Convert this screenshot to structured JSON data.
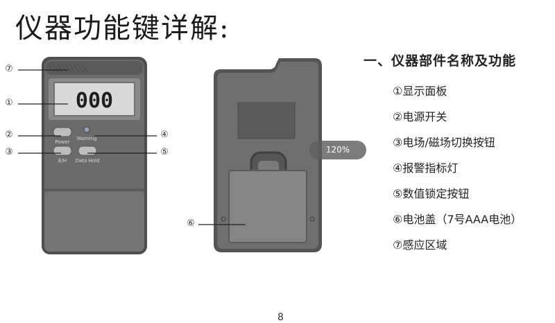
{
  "title": "仪器功能键详解:",
  "section_title": "一、仪器部件名称及功能",
  "items": [
    "①显示面板",
    "②电源开关",
    "③电场/磁场切换按钮",
    "④报警指标灯",
    "⑤数值锁定按钮",
    "⑥电池盖（7号AAA电池）",
    "⑦感应区域"
  ],
  "callouts": [
    "⑦",
    "①",
    "②",
    "③",
    "④",
    "⑤",
    "⑥"
  ],
  "device": {
    "display": "000",
    "power_label": "Power",
    "warning_label": "Warning",
    "eh_label": "E/H",
    "datahold_label": "Data Hold"
  },
  "zoom_badge": "120%",
  "page_number": "8"
}
